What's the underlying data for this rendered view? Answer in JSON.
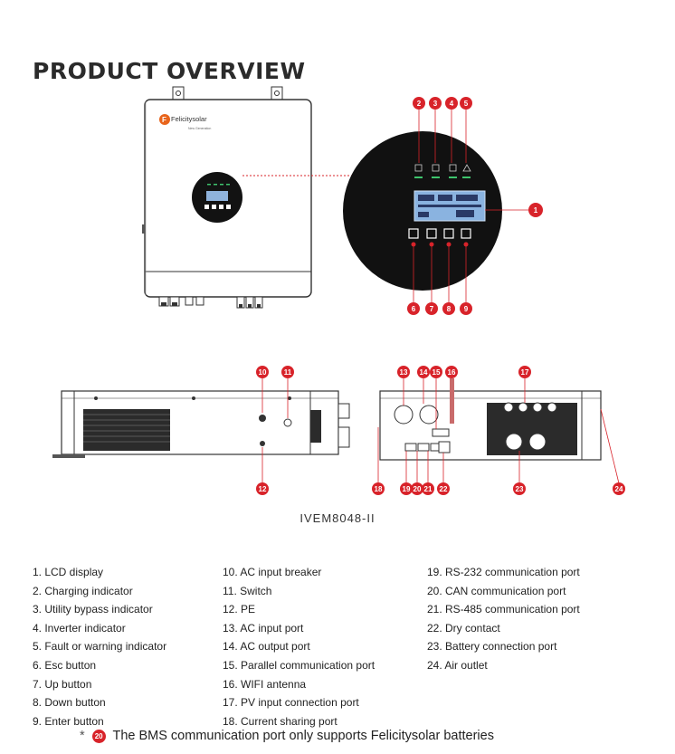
{
  "heading": "PRODUCT OVERVIEW",
  "model_label": "IVEM8048-II",
  "brand": {
    "name": "Felicitysolar",
    "sub": "New Generation"
  },
  "callout_color": "#d8232a",
  "callouts": [
    "1",
    "2",
    "3",
    "4",
    "5",
    "6",
    "7",
    "8",
    "9",
    "10",
    "11",
    "12",
    "13",
    "14",
    "15",
    "16",
    "17",
    "18",
    "19",
    "20",
    "21",
    "22",
    "23",
    "24"
  ],
  "legend": {
    "column1": [
      "1. LCD display",
      "2. Charging indicator",
      "3. Utility bypass indicator",
      "4. Inverter indicator",
      "5. Fault or warning indicator",
      "6. Esc button",
      "7. Up button",
      "8. Down button",
      "9. Enter button"
    ],
    "column2": [
      "10.  AC input breaker",
      "11. Switch",
      "12. PE",
      "13. AC input port",
      "14. AC output port",
      "15. Parallel communication port",
      "16. WIFI antenna",
      "17. PV input connection port",
      "18. Current sharing port"
    ],
    "column3": [
      "19. RS-232 communication port",
      "20. CAN communication port",
      "21. RS-485 communication port",
      "22. Dry contact",
      "23. Battery connection port",
      "24. Air outlet"
    ]
  },
  "note": {
    "star": "*",
    "badge": "20",
    "text": "The BMS communication port only supports Felicitysolar batteries"
  }
}
